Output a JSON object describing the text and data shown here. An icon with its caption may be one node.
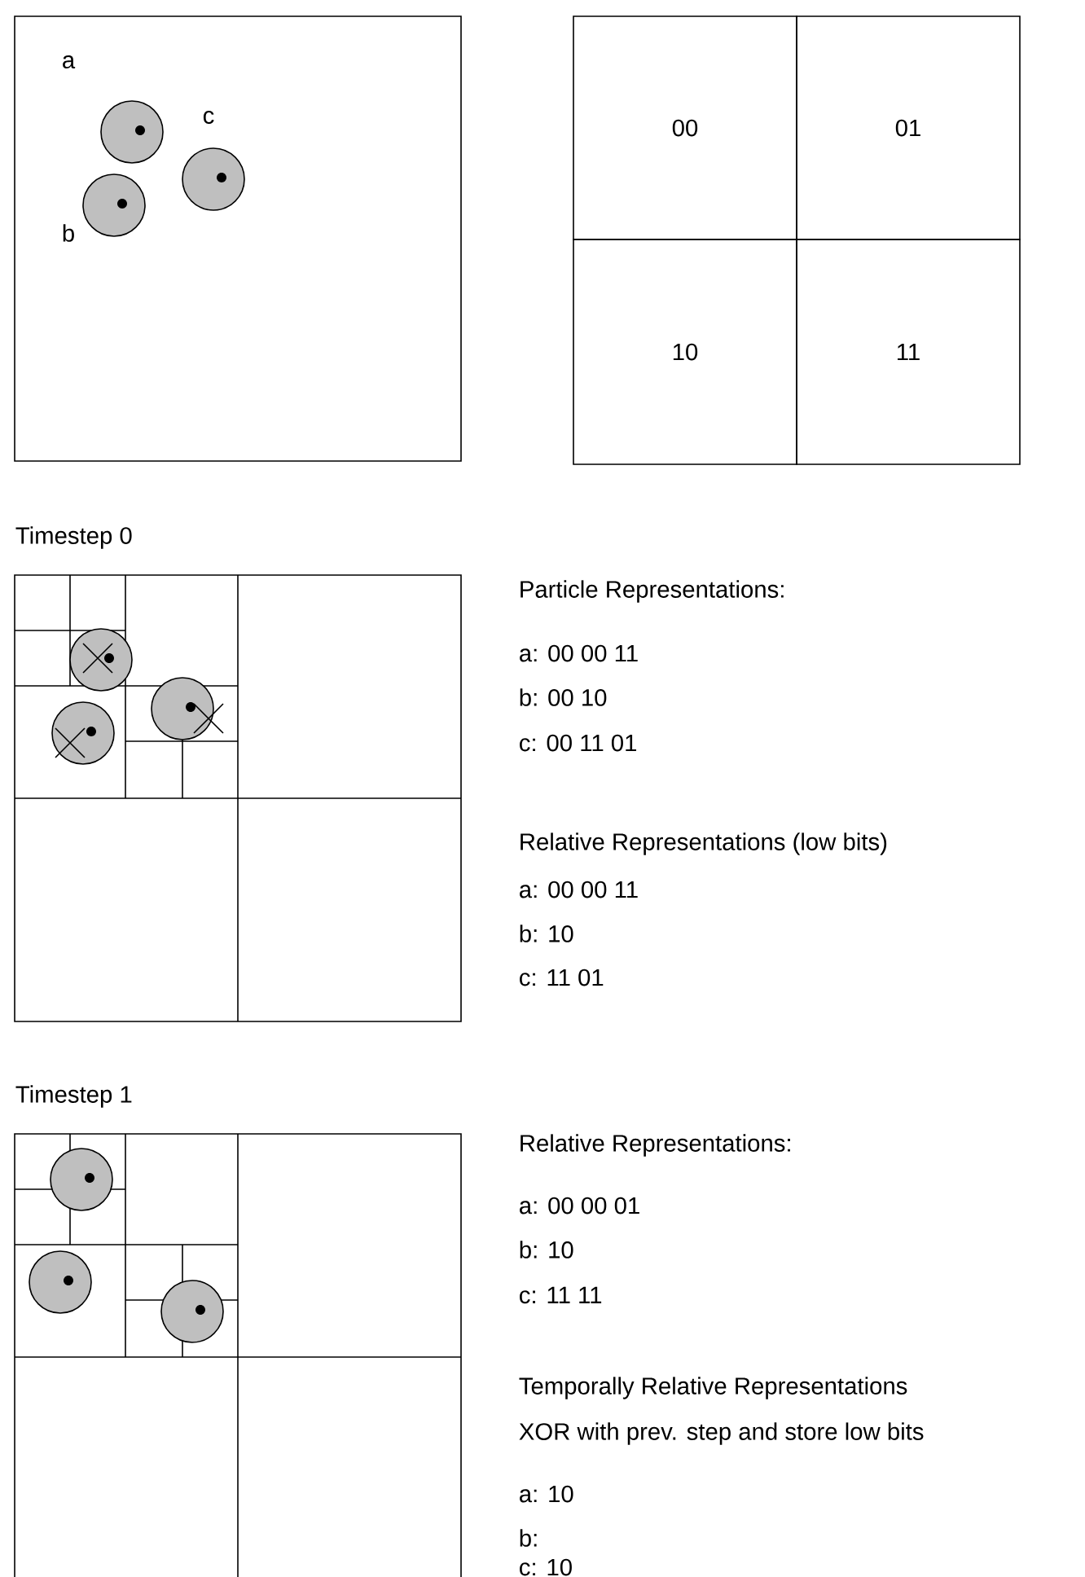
{
  "diagram": {
    "nodes": [
      {
        "text": [],
        "shape": "box"
      },
      {
        "text": [],
        "shape": "circle",
        "in": 0,
        "beside": [
          "a"
        ]
      },
      {
        "text": [],
        "shape": "circle",
        "in": 0,
        "beside": [
          "b"
        ]
      },
      {
        "text": [],
        "shape": "circle",
        "in": 0,
        "beside": [
          "c"
        ]
      },
      {
        "text": [
          "00"
        ]
      },
      {
        "text": [
          "01"
        ]
      },
      {
        "text": [
          "10"
        ]
      },
      {
        "text": [
          "11"
        ]
      }
    ],
    "edges": [],
    "labels": [
      "Timestep 0",
      "Particle Representations:",
      "a: 00 00 11",
      "b: 00 10",
      "c: 00 11 01",
      "Relative Representations (low bits)",
      "a: 00 00 11",
      "b: 10",
      "c: 11 01",
      "Timestep 1",
      "Relative Representations:",
      "a: 00 00 01",
      "b: 10",
      "c: 11 11",
      "Temporally Relative Representations",
      "XOR with prev. step and store low bits",
      "a: 10",
      "b:",
      "c: 10"
    ]
  }
}
